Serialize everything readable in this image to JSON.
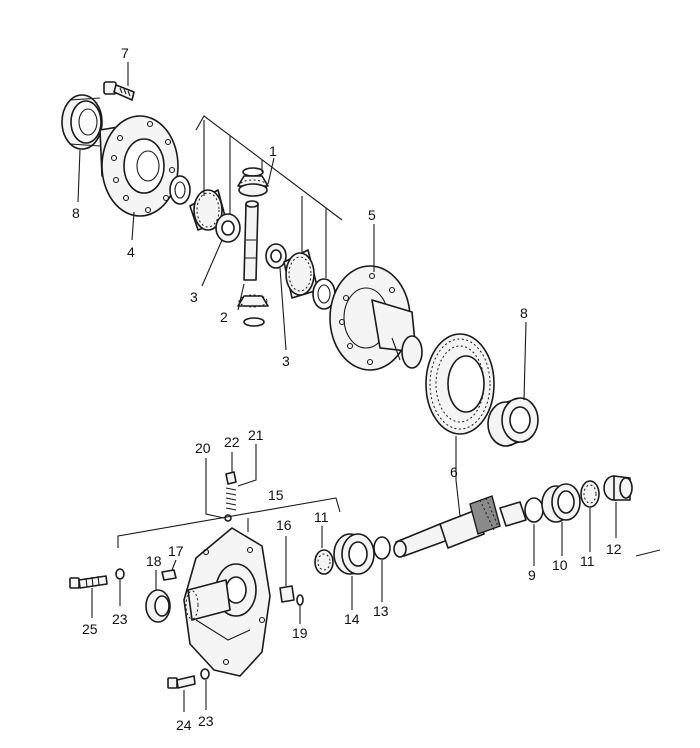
{
  "callouts": {
    "c1": "1",
    "c2": "2",
    "c3a": "3",
    "c3b": "3",
    "c4": "4",
    "c5": "5",
    "c6": "6",
    "c7": "7",
    "c8a": "8",
    "c8b": "8",
    "c9": "9",
    "c10": "10",
    "c11a": "11",
    "c11b": "11",
    "c12": "12",
    "c13": "13",
    "c14": "14",
    "c15": "15",
    "c16": "16",
    "c17": "17",
    "c18": "18",
    "c19": "19",
    "c20": "20",
    "c21": "21",
    "c22": "22",
    "c23a": "23",
    "c23b": "23",
    "c24": "24",
    "c25": "25"
  }
}
